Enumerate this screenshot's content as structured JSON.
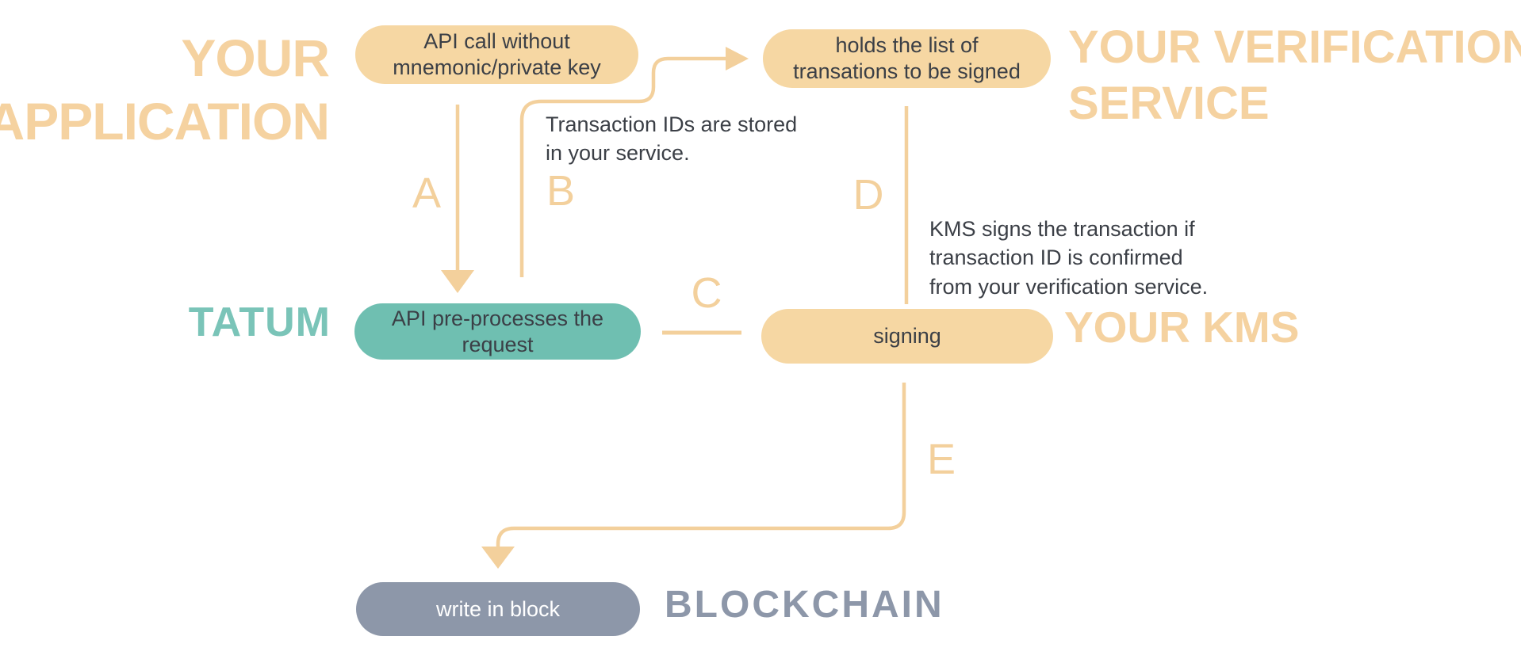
{
  "palette": {
    "background": "#ffffff",
    "tan_fill": "#f6d7a3",
    "tan_line": "#f3d09c",
    "tan_label": "#f5d2a0",
    "teal_fill": "#6fbfb1",
    "teal_label": "#7ac4b8",
    "slate_fill": "#8d97a9",
    "slate_label": "#8d97a9",
    "dark_text": "#3b3f46",
    "white_text": "#ffffff"
  },
  "labels": {
    "application_line1": "YOUR",
    "application_line2": "APPLICATION",
    "verification_line1": "YOUR VERIFICATION",
    "verification_line2": "SERVICE",
    "tatum": "TATUM",
    "kms": "YOUR KMS",
    "blockchain": "BLOCKCHAIN"
  },
  "nodes": {
    "api_call": {
      "line1": "API call without",
      "line2": "mnemonic/private key"
    },
    "holds_list": {
      "line1": "holds the list of",
      "line2": "transations to be signed"
    },
    "preprocess": {
      "line1": "API pre-processes the",
      "line2": "request"
    },
    "signing": {
      "line1": "signing"
    },
    "write_block": {
      "line1": "write in block"
    }
  },
  "annotations": {
    "txn_ids_line1": "Transaction IDs are stored",
    "txn_ids_line2": "in your service.",
    "kms_note_line1": "KMS signs the transaction if",
    "kms_note_line2": "transaction ID is confirmed",
    "kms_note_line3": "from your verification service."
  },
  "steps": {
    "a": "A",
    "b": "B",
    "c": "C",
    "d": "D",
    "e": "E"
  }
}
